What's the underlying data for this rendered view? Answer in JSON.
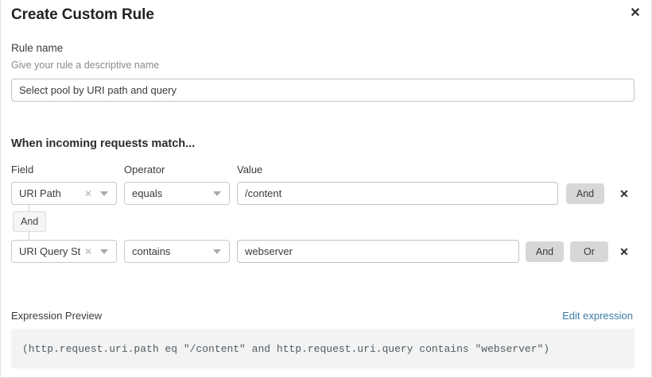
{
  "dialog": {
    "title": "Create Custom Rule",
    "close_icon": "close-icon"
  },
  "rule_name": {
    "label": "Rule name",
    "help": "Give your rule a descriptive name",
    "value": "Select pool by URI path and query",
    "placeholder": "Select pool by URI path and query"
  },
  "match_section": {
    "heading": "When incoming requests match...",
    "columns": {
      "field": "Field",
      "operator": "Operator",
      "value": "Value"
    },
    "connector": {
      "label": "And"
    },
    "rows": [
      {
        "field": "URI Path",
        "field_clear_icon": "close-icon",
        "field_chevron_icon": "chevron-down-icon",
        "operator": "equals",
        "operator_chevron_icon": "chevron-down-icon",
        "value": "/content",
        "buttons": [
          "And"
        ],
        "delete_icon": "close-icon"
      },
      {
        "field": "URI Query St...",
        "field_clear_icon": "close-icon",
        "field_chevron_icon": "chevron-down-icon",
        "operator": "contains",
        "operator_chevron_icon": "chevron-down-icon",
        "value": "webserver",
        "buttons": [
          "And",
          "Or"
        ],
        "delete_icon": "close-icon"
      }
    ]
  },
  "expression_preview": {
    "label": "Expression Preview",
    "edit_link": "Edit expression",
    "expression": "(http.request.uri.path eq \"/content\" and http.request.uri.query contains \"webserver\")"
  },
  "colors": {
    "link": "#3c7ca6",
    "button_gray": "#d7d7d7",
    "code_bg": "#f2f3f4",
    "border": "#c9c9c9"
  }
}
